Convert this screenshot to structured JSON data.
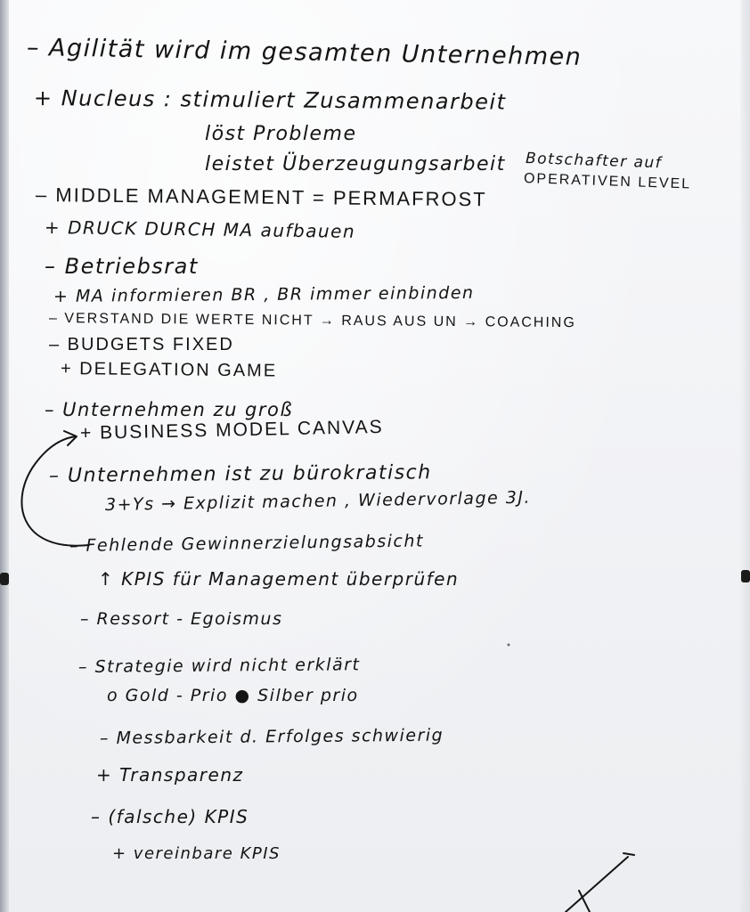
{
  "notes": [
    {
      "id": "l01",
      "text": "– Agilität wird im gesamten Unternehmen"
    },
    {
      "id": "l02",
      "text": "+ Nucleus : stimuliert Zusammenarbeit"
    },
    {
      "id": "l03",
      "text": "löst Probleme"
    },
    {
      "id": "l04",
      "text": "leistet Überzeugungsarbeit"
    },
    {
      "id": "l05",
      "text": "Botschafter auf"
    },
    {
      "id": "l06",
      "text": "OPERATIVEN LEVEL"
    },
    {
      "id": "l07",
      "text": "– MIDDLE MANAGEMENT = PERMAFROST"
    },
    {
      "id": "l08",
      "text": "+ DRUCK DURCH MA aufbauen"
    },
    {
      "id": "l09",
      "text": "– Betriebsrat"
    },
    {
      "id": "l10",
      "text": "+ MA informieren BR , BR immer einbinden"
    },
    {
      "id": "l11",
      "text": "– VERSTAND DIE WERTE NICHT → RAUS AUS UN → COACHING"
    },
    {
      "id": "l12",
      "text": "– BUDGETS FIXED"
    },
    {
      "id": "l13",
      "text": "+ DELEGATION GAME"
    },
    {
      "id": "l14",
      "text": "– Unternehmen zu groß"
    },
    {
      "id": "l15",
      "text": "+ BUSINESS MODEL CANVAS"
    },
    {
      "id": "l16",
      "text": "– Unternehmen ist zu bürokratisch"
    },
    {
      "id": "l17",
      "text": "3+Ys → Explizit machen , Wiedervorlage 3J."
    },
    {
      "id": "l18",
      "text": "– Fehlende Gewinnerzielungsabsicht"
    },
    {
      "id": "l19",
      "text": "↑ KPIS für Management überprüfen"
    },
    {
      "id": "l20",
      "text": "– Ressort - Egoismus"
    },
    {
      "id": "l21",
      "text": "– Strategie wird nicht erklärt"
    },
    {
      "id": "l22",
      "text": "o Gold - Prio   ● Silber prio"
    },
    {
      "id": "l23",
      "text": "– Messbarkeit d. Erfolges schwierig"
    },
    {
      "id": "l24",
      "text": "+ Transparenz"
    },
    {
      "id": "l25",
      "text": "– (falsche) KPIS"
    },
    {
      "id": "l26",
      "text": "+ vereinbare KPIS"
    }
  ],
  "colors": {
    "ink": "#141414",
    "paper": "#f3f4f6",
    "binder": "#1b1b1b"
  }
}
